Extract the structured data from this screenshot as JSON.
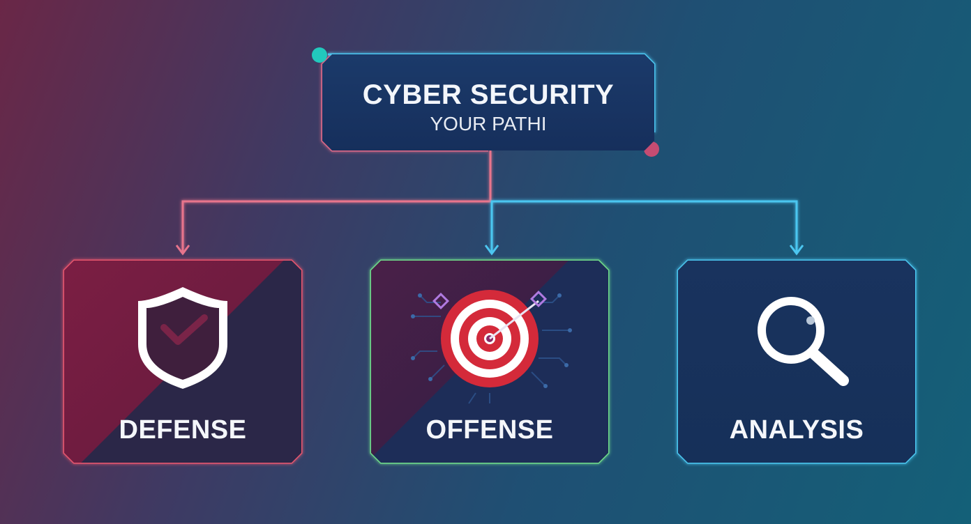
{
  "title": {
    "main": "CYBER SECURITY",
    "sub": "YOUR PATHI"
  },
  "branches": [
    {
      "label": "DEFENSE",
      "icon": "shield-check-icon",
      "color": "#e8566e"
    },
    {
      "label": "OFFENSE",
      "icon": "target-icon",
      "color": "#6fdc8a"
    },
    {
      "label": "ANALYSIS",
      "icon": "magnifier-icon",
      "color": "#4cc6f0"
    }
  ],
  "colors": {
    "connector_red": "#e8566e",
    "connector_blue": "#4cc6f0",
    "title_accent_teal": "#2ad1c4",
    "title_accent_pink": "#d6557a"
  }
}
